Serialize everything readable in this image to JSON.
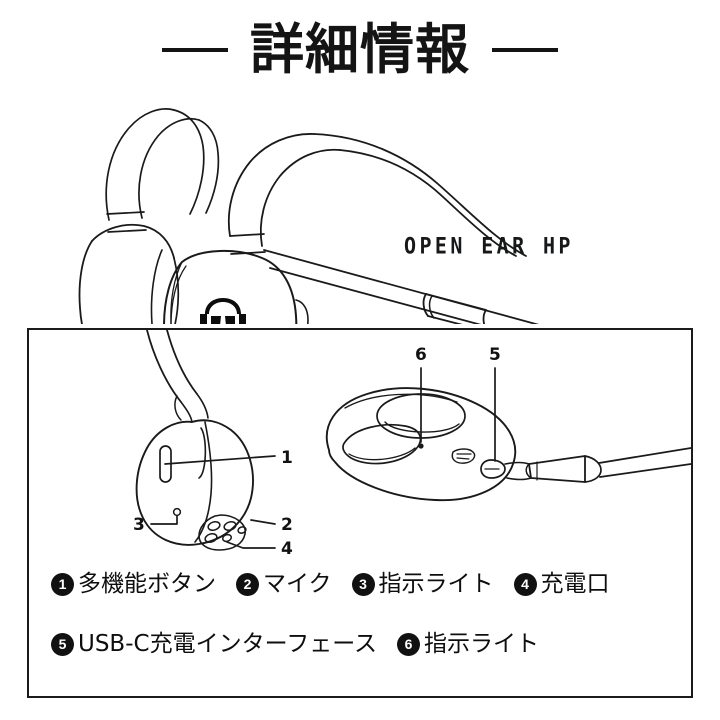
{
  "header": {
    "title": "詳細情報",
    "rule_left": "—",
    "rule_right": "—"
  },
  "hero": {
    "brand_text": "OPEN EAR HP",
    "product_illustration": "open-ear-headphone-line-art",
    "logo": "monster-headphone-logo"
  },
  "diagram": {
    "callouts": [
      {
        "id": "1",
        "label": "1",
        "target": "multifunction-button"
      },
      {
        "id": "2",
        "label": "2",
        "target": "microphone"
      },
      {
        "id": "3",
        "label": "3",
        "target": "indicator-light"
      },
      {
        "id": "4",
        "label": "4",
        "target": "charging-port"
      },
      {
        "id": "5",
        "label": "5",
        "target": "usb-c-charging-interface"
      },
      {
        "id": "6",
        "label": "6",
        "target": "indicator-light"
      }
    ]
  },
  "legend": {
    "rows": [
      [
        {
          "num": "1",
          "text": "多機能ボタン"
        },
        {
          "num": "2",
          "text": "マイク"
        },
        {
          "num": "3",
          "text": "指示ライト"
        },
        {
          "num": "4",
          "text": "充電口"
        }
      ],
      [
        {
          "num": "5",
          "text": "USB-C充電インターフェース"
        },
        {
          "num": "6",
          "text": "指示ライト"
        }
      ]
    ]
  },
  "colors": {
    "ink": "#141414",
    "line": "#1b1b1b",
    "background": "#ffffff",
    "bullet_fill": "#111111",
    "bullet_text": "#ffffff"
  }
}
